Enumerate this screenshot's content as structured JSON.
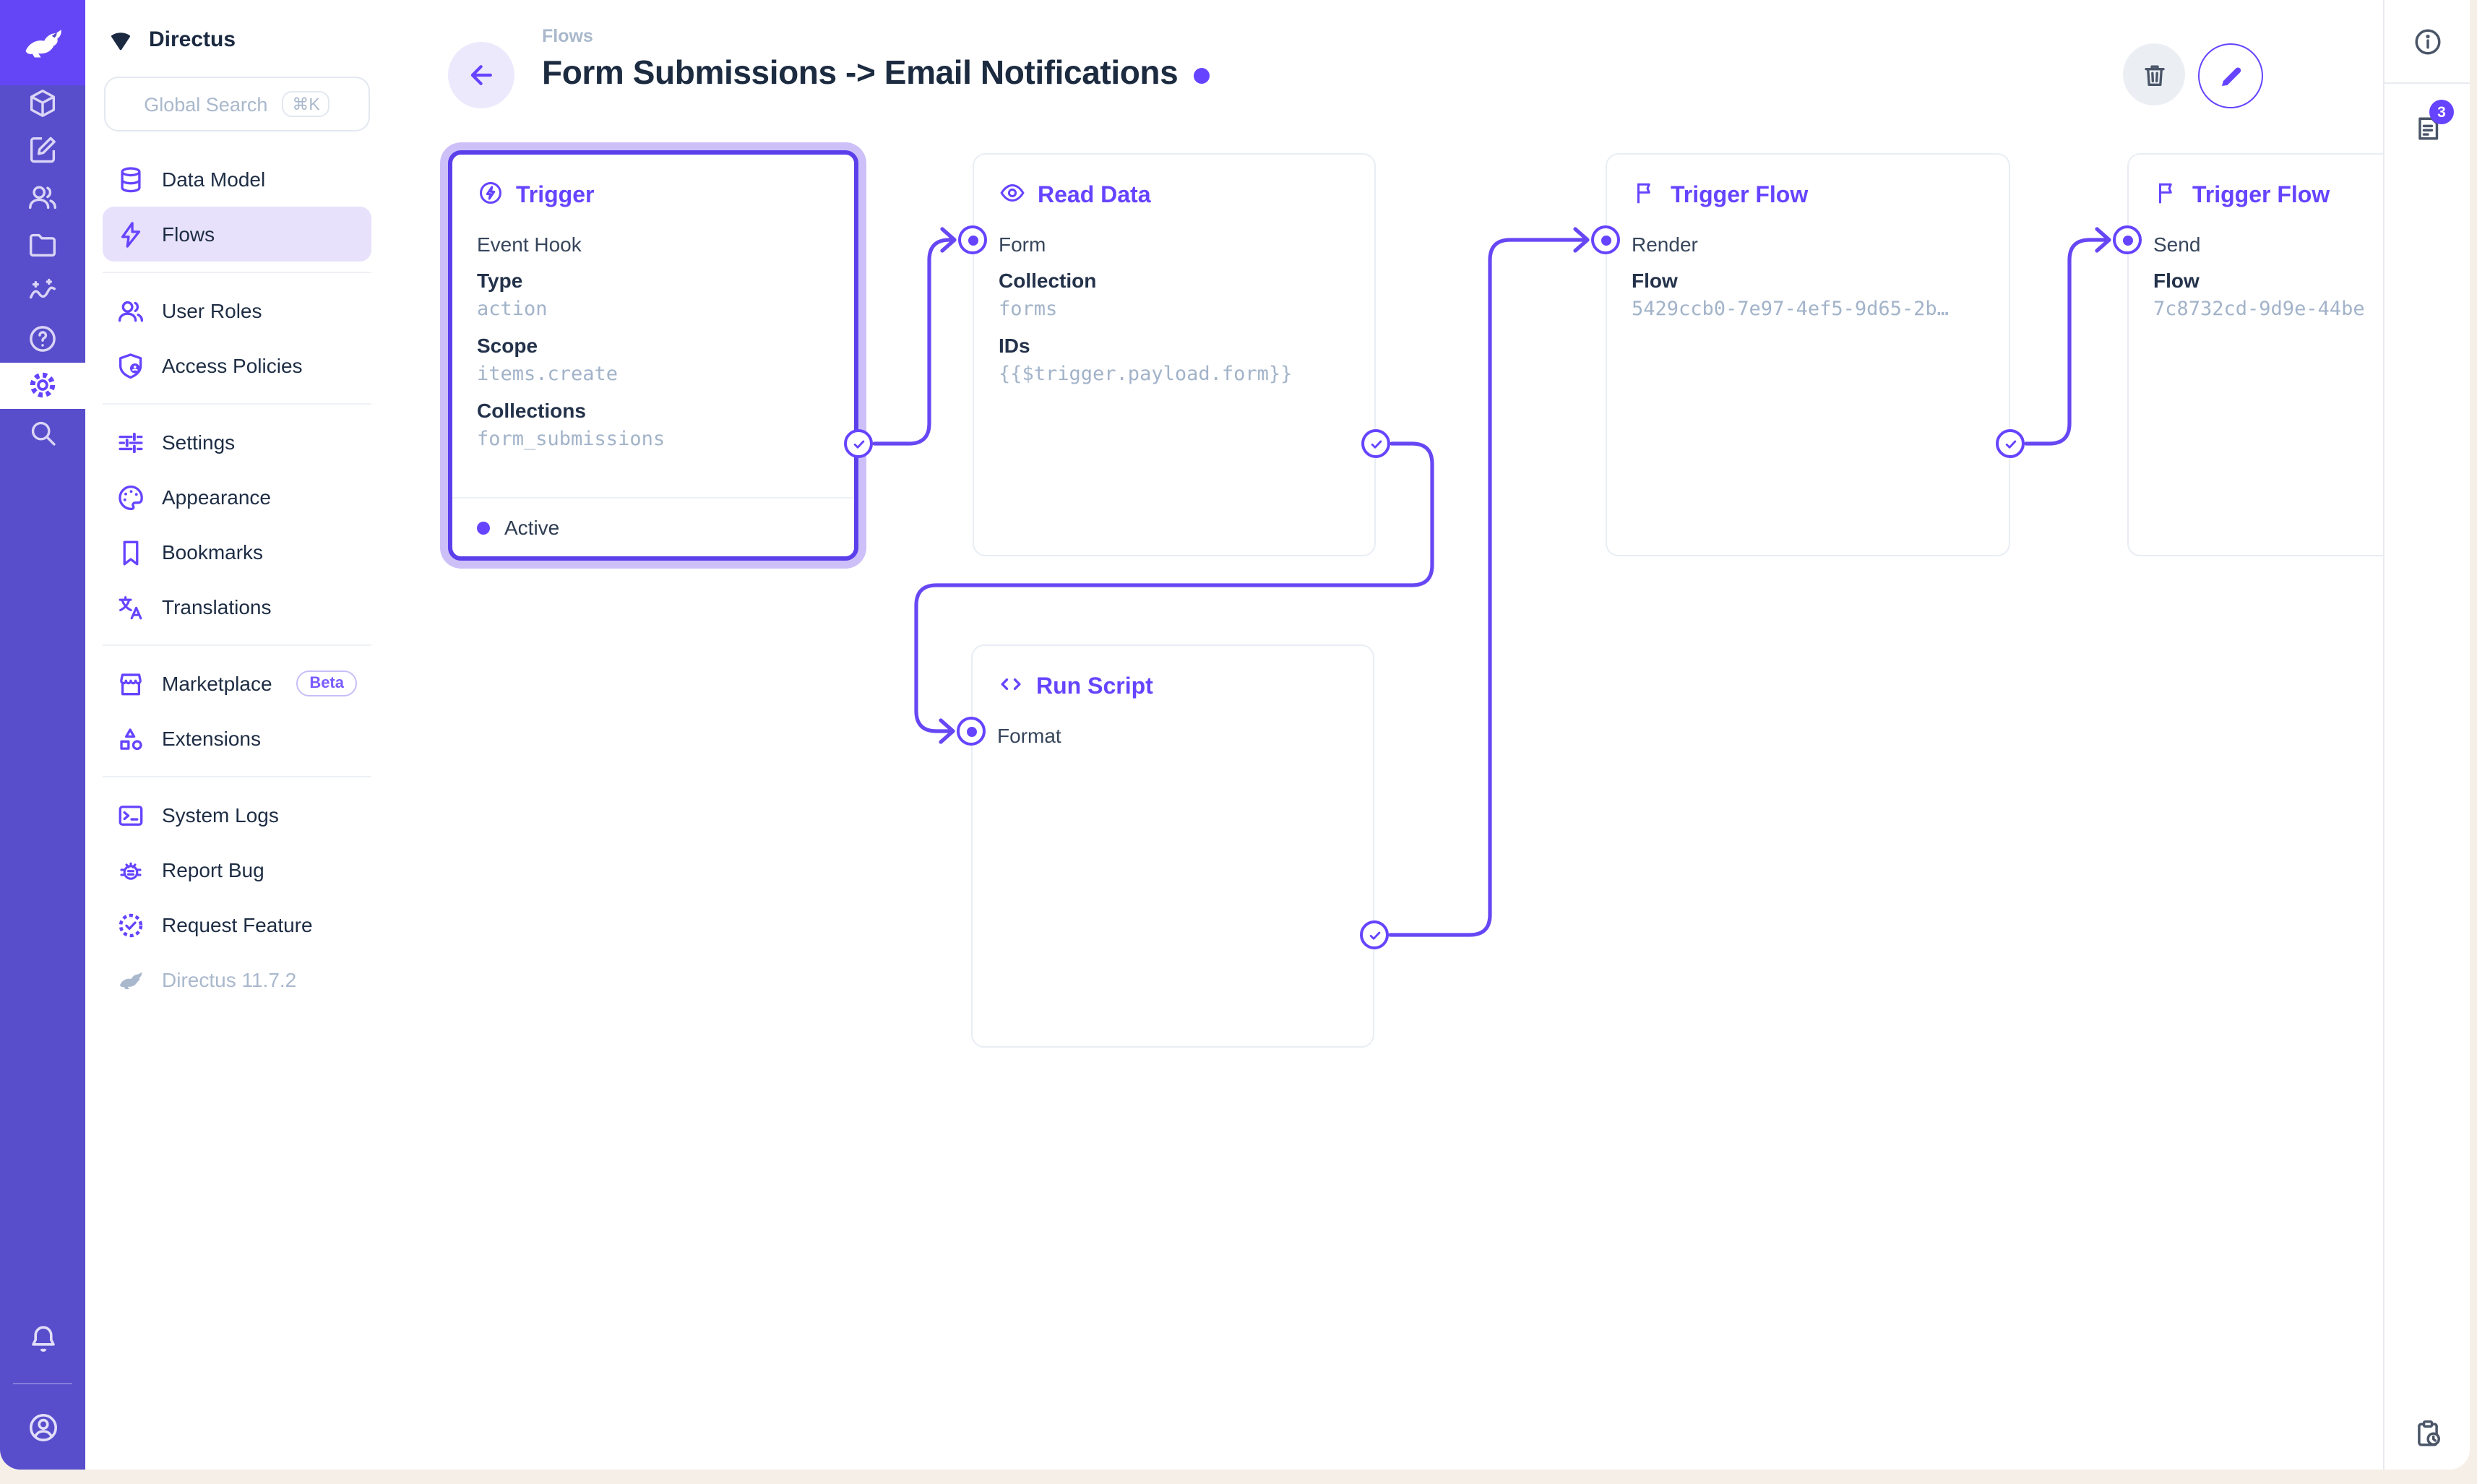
{
  "colors": {
    "accent": "#6644FF",
    "module_bar": "#584DCB",
    "logo_bg": "#6546F7",
    "selected_border": "#5B3FEA",
    "selected_glow": "#CDC0F8",
    "value_text": "#A2B3C9",
    "page_background": "#F6EFE8",
    "slate_icon": "#4A5568"
  },
  "module_bar": {
    "active": "settings",
    "items": [
      "content",
      "editor",
      "users",
      "files",
      "insights",
      "help",
      "settings",
      "search"
    ]
  },
  "nav": {
    "workspace": "Directus",
    "search": {
      "placeholder": "Global Search",
      "shortcut": "⌘K"
    },
    "items": {
      "data_model": "Data Model",
      "flows": "Flows",
      "user_roles": "User Roles",
      "access_policies": "Access Policies",
      "settings": "Settings",
      "appearance": "Appearance",
      "bookmarks": "Bookmarks",
      "translations": "Translations",
      "marketplace": "Marketplace",
      "marketplace_badge": "Beta",
      "extensions": "Extensions",
      "system_logs": "System Logs",
      "report_bug": "Report Bug",
      "request_feature": "Request Feature",
      "version": "Directus 11.7.2"
    }
  },
  "header": {
    "breadcrumb": "Flows",
    "title": "Form Submissions -> Email Notifications"
  },
  "rightbar": {
    "notification_count": "3"
  },
  "flow": {
    "nodes": [
      {
        "title": "Trigger",
        "subtitle": "Event Hook",
        "status": "Active",
        "fields": [
          {
            "label": "Type",
            "value": "action"
          },
          {
            "label": "Scope",
            "value": "items.create"
          },
          {
            "label": "Collections",
            "value": "form_submissions"
          }
        ]
      },
      {
        "title": "Read Data",
        "subtitle": "Form",
        "fields": [
          {
            "label": "Collection",
            "value": "forms"
          },
          {
            "label": "IDs",
            "value": "{{$trigger.payload.form}}"
          }
        ]
      },
      {
        "title": "Run Script",
        "subtitle": "Format",
        "fields": []
      },
      {
        "title": "Trigger Flow",
        "subtitle": "Render",
        "fields": [
          {
            "label": "Flow",
            "value": "5429ccb0-7e97-4ef5-9d65-2b…"
          }
        ]
      },
      {
        "title": "Trigger Flow",
        "subtitle": "Send",
        "fields": [
          {
            "label": "Flow",
            "value": "7c8732cd-9d9e-44be"
          }
        ]
      }
    ]
  }
}
